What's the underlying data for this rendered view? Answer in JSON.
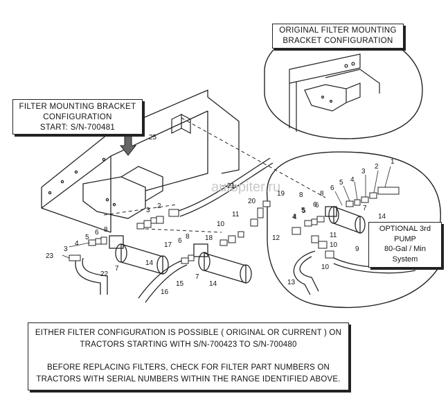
{
  "callouts": {
    "start_config": [
      "FILTER  MOUNTING BRACKET",
      "CONFIGURATION",
      "START: S/N-700481"
    ],
    "original_config": [
      "ORIGINAL  FILTER  MOUNTING",
      "BRACKET  CONFIGURATION"
    ],
    "optional_pump": [
      "OPTIONAL 3rd",
      "PUMP",
      "80-Gal / Min",
      "System"
    ]
  },
  "note": {
    "line1": "EITHER  FILTER  CONFIGURATION  IS  POSSIBLE  ( Original  or  Current ) ON",
    "line2": "TRACTORS  STARTING  WITH  S/N-700423  TO  S/N-700480",
    "line3": "BEFORE REPLACING FILTERS, CHECK FOR FILTER PART NUMBERS ON",
    "line4": "TRACTORS WITH SERIAL NUMBERS WITHIN THE RANGE IDENTIFIED ABOVE."
  },
  "watermark": "autopiter.ru",
  "part_numbers": {
    "p1": "1",
    "p2a": "2",
    "p3a": "3",
    "p4a": "4",
    "p5a": "5",
    "p6a": "6",
    "p7a": "7",
    "p8a": "8",
    "p14a": "14",
    "p5b": "5",
    "p8b": "8",
    "p6b": "6",
    "p4b": "4",
    "p2b": "2",
    "p3b": "3",
    "p3c": "3",
    "p4c": "4",
    "p5c": "5",
    "p6c": "6",
    "p7c": "7",
    "p8c": "8",
    "p23": "23",
    "p22": "22",
    "p14b": "14",
    "p17": "17",
    "p6d": "6",
    "p8d": "8",
    "p18": "18",
    "p10a": "10",
    "p11a": "11",
    "p7d": "7",
    "p15": "15",
    "p16": "16",
    "p14c": "14",
    "p20": "20",
    "p21": "21",
    "p25": "25",
    "p19": "19",
    "p5d": "5",
    "p4d": "4",
    "p6e": "6",
    "p12": "12",
    "p11b": "11",
    "p10b": "10",
    "p10c": "10",
    "p9": "9",
    "p13": "13"
  }
}
